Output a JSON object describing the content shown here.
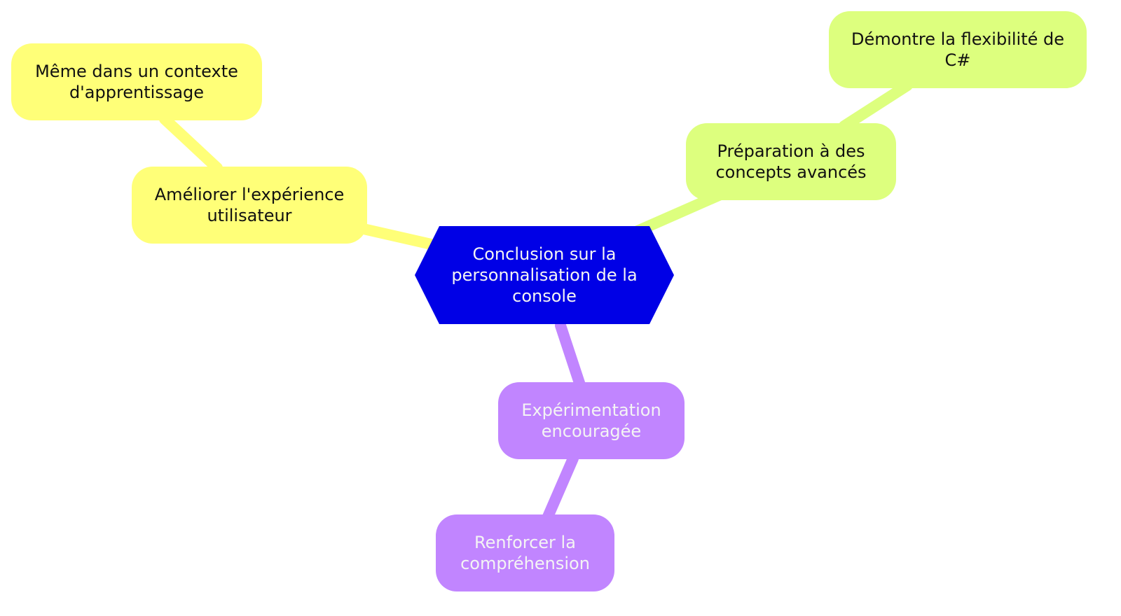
{
  "mindmap": {
    "root": {
      "label": "Conclusion sur la\npersonnalisation de la\nconsole",
      "color": "#0000e6",
      "text_color": "#f4f4f4",
      "shape": "hexagon"
    },
    "branches": [
      {
        "id": "left-branch",
        "color": "#ffff78",
        "text_color": "#111111",
        "nodes": [
          {
            "label": "Améliorer l'expérience\nutilisateur"
          },
          {
            "label": "Même dans un contexte\nd'apprentissage"
          }
        ]
      },
      {
        "id": "right-branch",
        "color": "#ddff7e",
        "text_color": "#111111",
        "nodes": [
          {
            "label": "Préparation à des\nconcepts avancés"
          },
          {
            "label": "Démontre la flexibilité de\nC#"
          }
        ]
      },
      {
        "id": "bottom-branch",
        "color": "#c185ff",
        "text_color": "#f4f4f4",
        "nodes": [
          {
            "label": "Expérimentation\nencouragée"
          },
          {
            "label": "Renforcer la\ncompréhension"
          }
        ]
      }
    ]
  }
}
